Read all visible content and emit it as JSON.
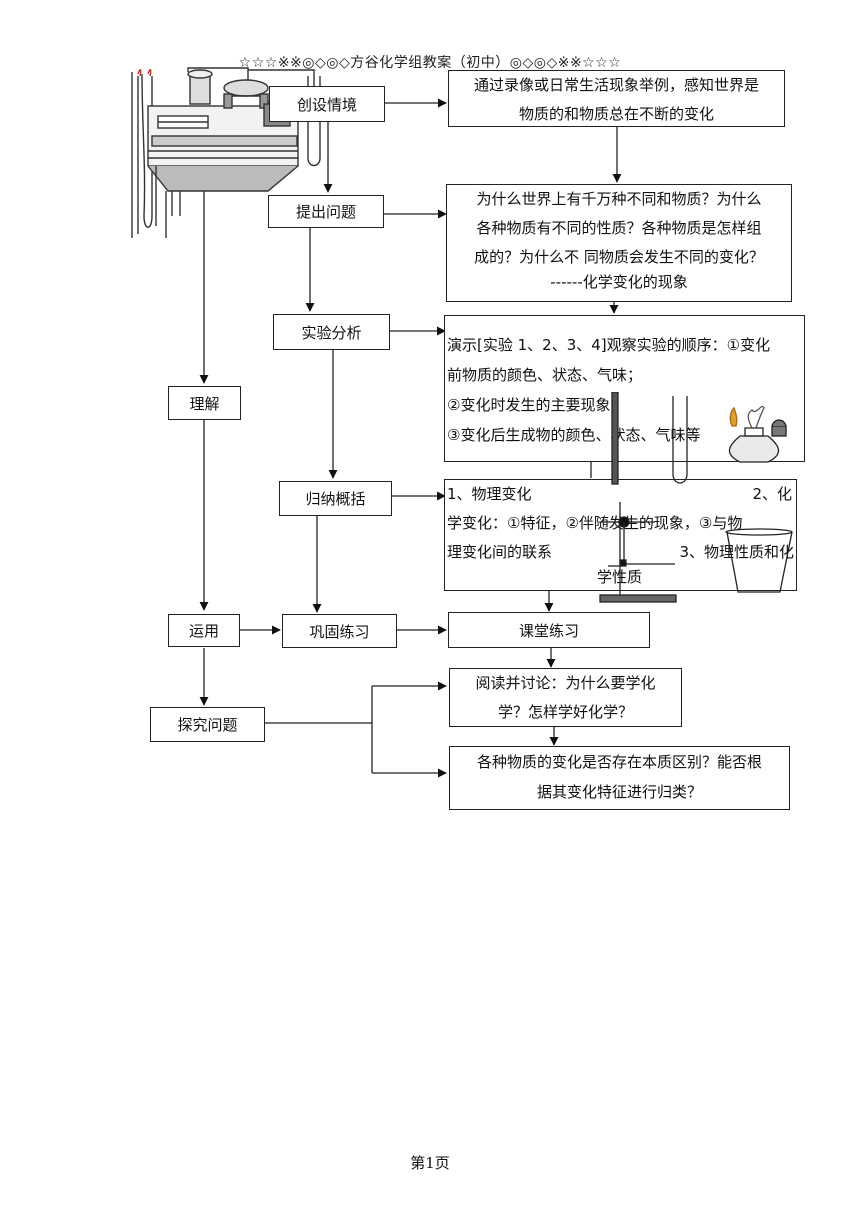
{
  "header": "☆☆☆※※◎◇◎◇方谷化学组教案（初中）◎◇◎◇※※☆☆☆",
  "footer": "第1页",
  "left_nodes": {
    "create": "创设情境",
    "ask": "提出问题",
    "experiment": "实验分析",
    "understand": "理解",
    "summarize": "归纳概括",
    "apply": "运用",
    "consolidate": "巩固练习",
    "explore": "探究问题"
  },
  "right_nodes": {
    "r1": [
      "通过录像或日常生活现象举例，感知世界是",
      "物质的和物质总在不断的变化"
    ],
    "r2": [
      "为什么世界上有千万种不同和物质？为什么",
      "各种物质有不同的性质？各种物质是怎样组",
      "成的？为什么不 同物质会发生不同的变化？",
      "------化学变化的现象"
    ],
    "r3": [
      "演示[实验 1、2、3、4]观察实验的顺序：①变化",
      "前物质的颜色、状态、气味；",
      "②变化时发生的主要现象；",
      "③变化后生成物的颜色、状态、气味等"
    ],
    "r4": {
      "line1_a": "1、物理变化",
      "line1_b": "2、化",
      "line2": "学变化：①特征，②伴随发生的现象，③与物",
      "line3_a": "理变化间的联系",
      "line3_b": "3、物理性质和化",
      "line4": "学性质"
    },
    "practice": "课堂练习",
    "read": [
      "阅读并讨论：为什么要学化",
      "学？怎样学好化学？"
    ],
    "question": [
      "各种物质的变化是否存在本质区别？能否根",
      "据其变化特征进行归类？"
    ]
  }
}
